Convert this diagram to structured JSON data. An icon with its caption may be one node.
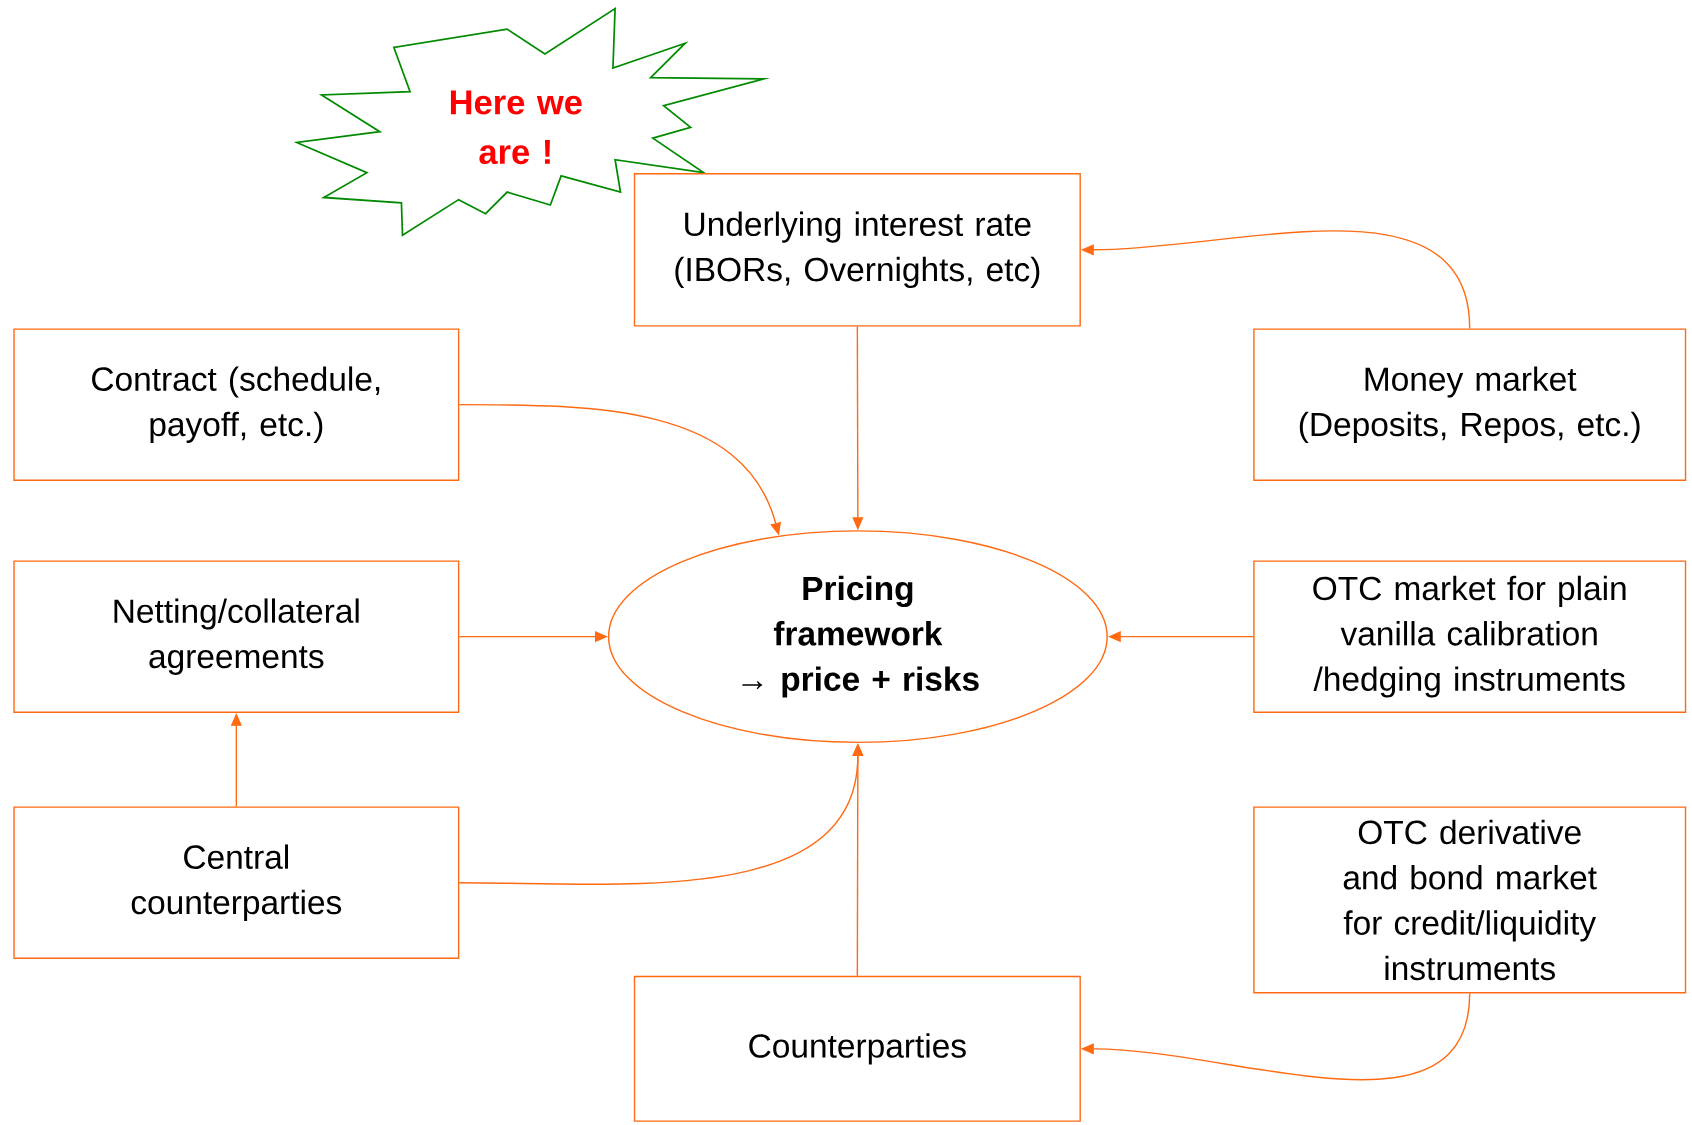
{
  "diagram": {
    "nodes": [
      {
        "text": [
          "Here we are !"
        ]
      },
      {
        "text": [
          "Underlying interest rate (IBORs, Overnights, etc)"
        ]
      },
      {
        "text": [
          "Contract (schedule, payoff, etc.)"
        ]
      },
      {
        "text": [
          "Money market (Deposits, Repos, etc.)"
        ]
      },
      {
        "text": [
          "Pricing framework → price + risks"
        ]
      },
      {
        "text": [
          "Netting/collateral agreements"
        ]
      },
      {
        "text": [
          "OTC market for plain vanilla calibration /hedging instruments"
        ]
      },
      {
        "text": [
          "Central counterparties"
        ]
      },
      {
        "text": [
          "OTC derivative and bond market for credit/liquidity instruments"
        ]
      },
      {
        "text": [
          "Counterparties"
        ]
      }
    ],
    "edges": [
      {
        "from": 1,
        "to": 4,
        "arrow": "to"
      },
      {
        "from": 2,
        "to": 4,
        "arrow": "to"
      },
      {
        "from": 3,
        "to": 1,
        "arrow": "to"
      },
      {
        "from": 5,
        "to": 4,
        "arrow": "to"
      },
      {
        "from": 6,
        "to": 4,
        "arrow": "to"
      },
      {
        "from": 7,
        "to": 5,
        "arrow": "to"
      },
      {
        "from": 7,
        "to": 4,
        "arrow": "to"
      },
      {
        "from": 9,
        "to": 4,
        "arrow": "to"
      },
      {
        "from": 8,
        "to": 9,
        "arrow": "to"
      }
    ]
  }
}
